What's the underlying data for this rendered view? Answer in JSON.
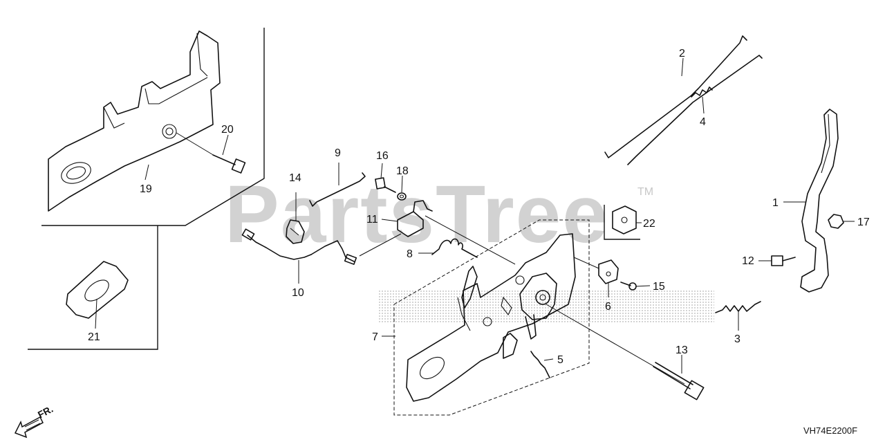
{
  "watermark": {
    "text": "PartsTree",
    "trademark": "TM"
  },
  "diagram_code": "VH74E2200F",
  "front_indicator": {
    "label": "FR."
  },
  "callouts": {
    "c1": "1",
    "c2": "2",
    "c3": "3",
    "c4": "4",
    "c5": "5",
    "c6": "6",
    "c7": "7",
    "c8": "8",
    "c9": "9",
    "c10": "10",
    "c11": "11",
    "c12": "12",
    "c13": "13",
    "c14": "14",
    "c15": "15",
    "c16": "16",
    "c17": "17",
    "c18": "18",
    "c19": "19",
    "c20": "20",
    "c21": "21",
    "c22": "22"
  },
  "colors": {
    "line": "#111111",
    "watermark": "#d2d2d2",
    "background": "#ffffff"
  }
}
